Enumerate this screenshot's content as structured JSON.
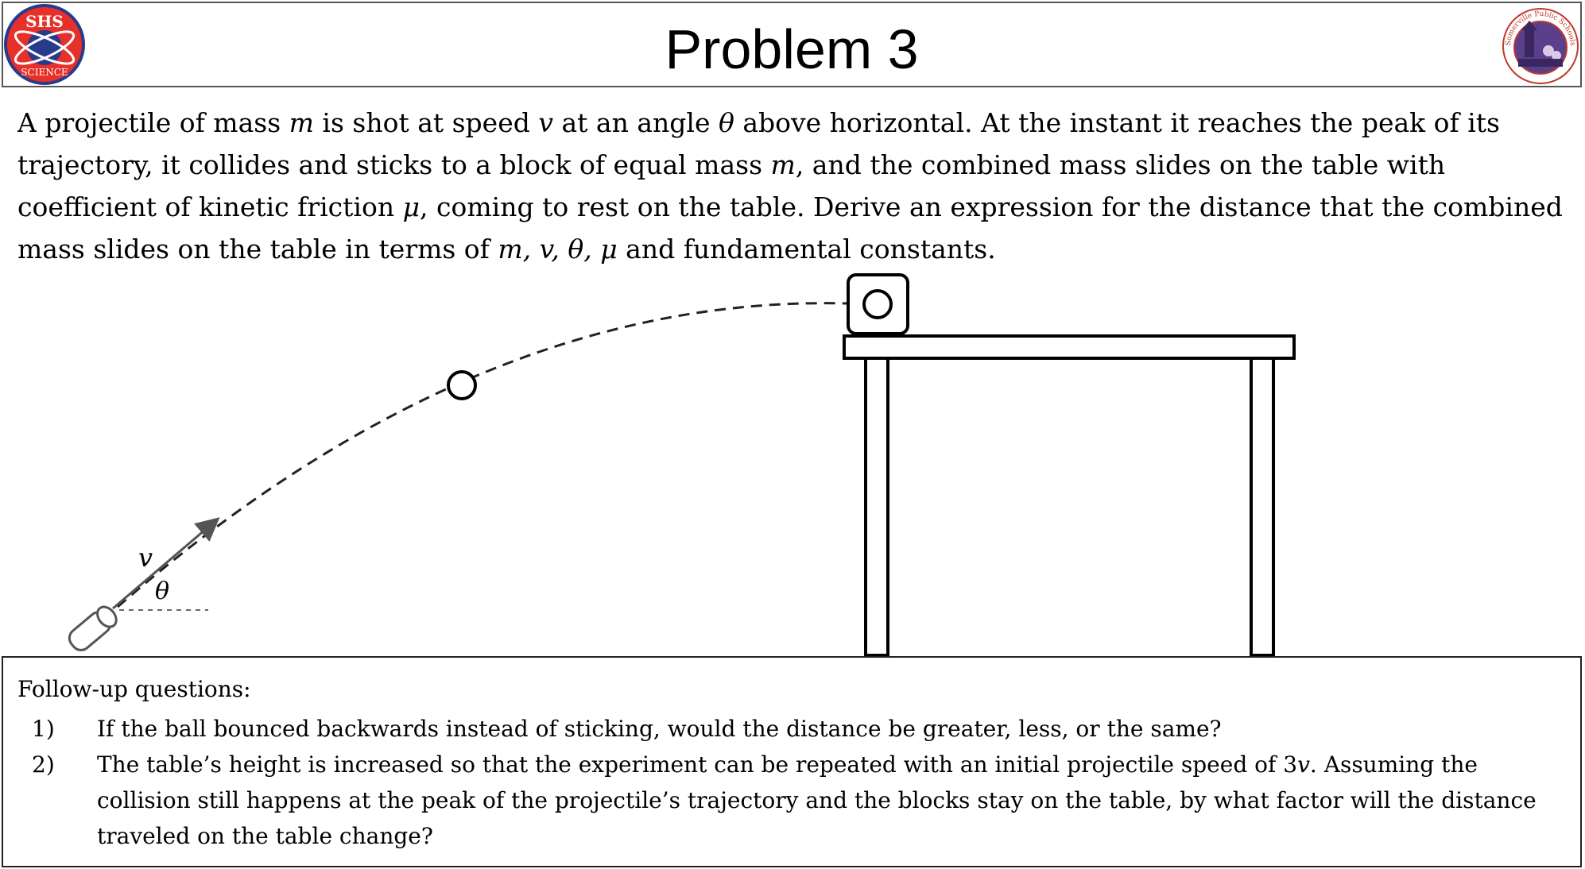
{
  "header": {
    "title": "Problem 3",
    "logo_left_text": [
      "SHS",
      "SCIENCE"
    ],
    "logo_right_text": "Somerville Public Schools"
  },
  "problem": {
    "parts": [
      "A projectile of mass ",
      "m",
      " is shot at speed ",
      "v",
      " at an angle ",
      "θ",
      " above horizontal. At the instant it reaches the peak of its trajectory, it collides and sticks to a block of equal mass ",
      "m",
      ", and the combined mass slides on the table with coefficient of kinetic friction ",
      "μ",
      ", coming to rest on the table. Derive an expression for the distance that the combined mass slides on the table in terms of ",
      "m, v, θ, μ",
      " and fundamental constants."
    ]
  },
  "diagram": {
    "velocity_label": "v",
    "angle_label": "θ"
  },
  "followup": {
    "heading": "Follow-up questions:",
    "q1_num": "1)",
    "q1_text": "If the ball bounced backwards instead of sticking, would the distance be greater, less, or the same?",
    "q2_num": "2)",
    "q2_parts": [
      "The table’s height is increased so that the experiment can be repeated with an initial projectile speed of 3",
      "v",
      ". Assuming the collision still happens at the peak of the projectile’s trajectory and the blocks stay on the table, by what factor will the distance traveled on the table change?"
    ]
  }
}
